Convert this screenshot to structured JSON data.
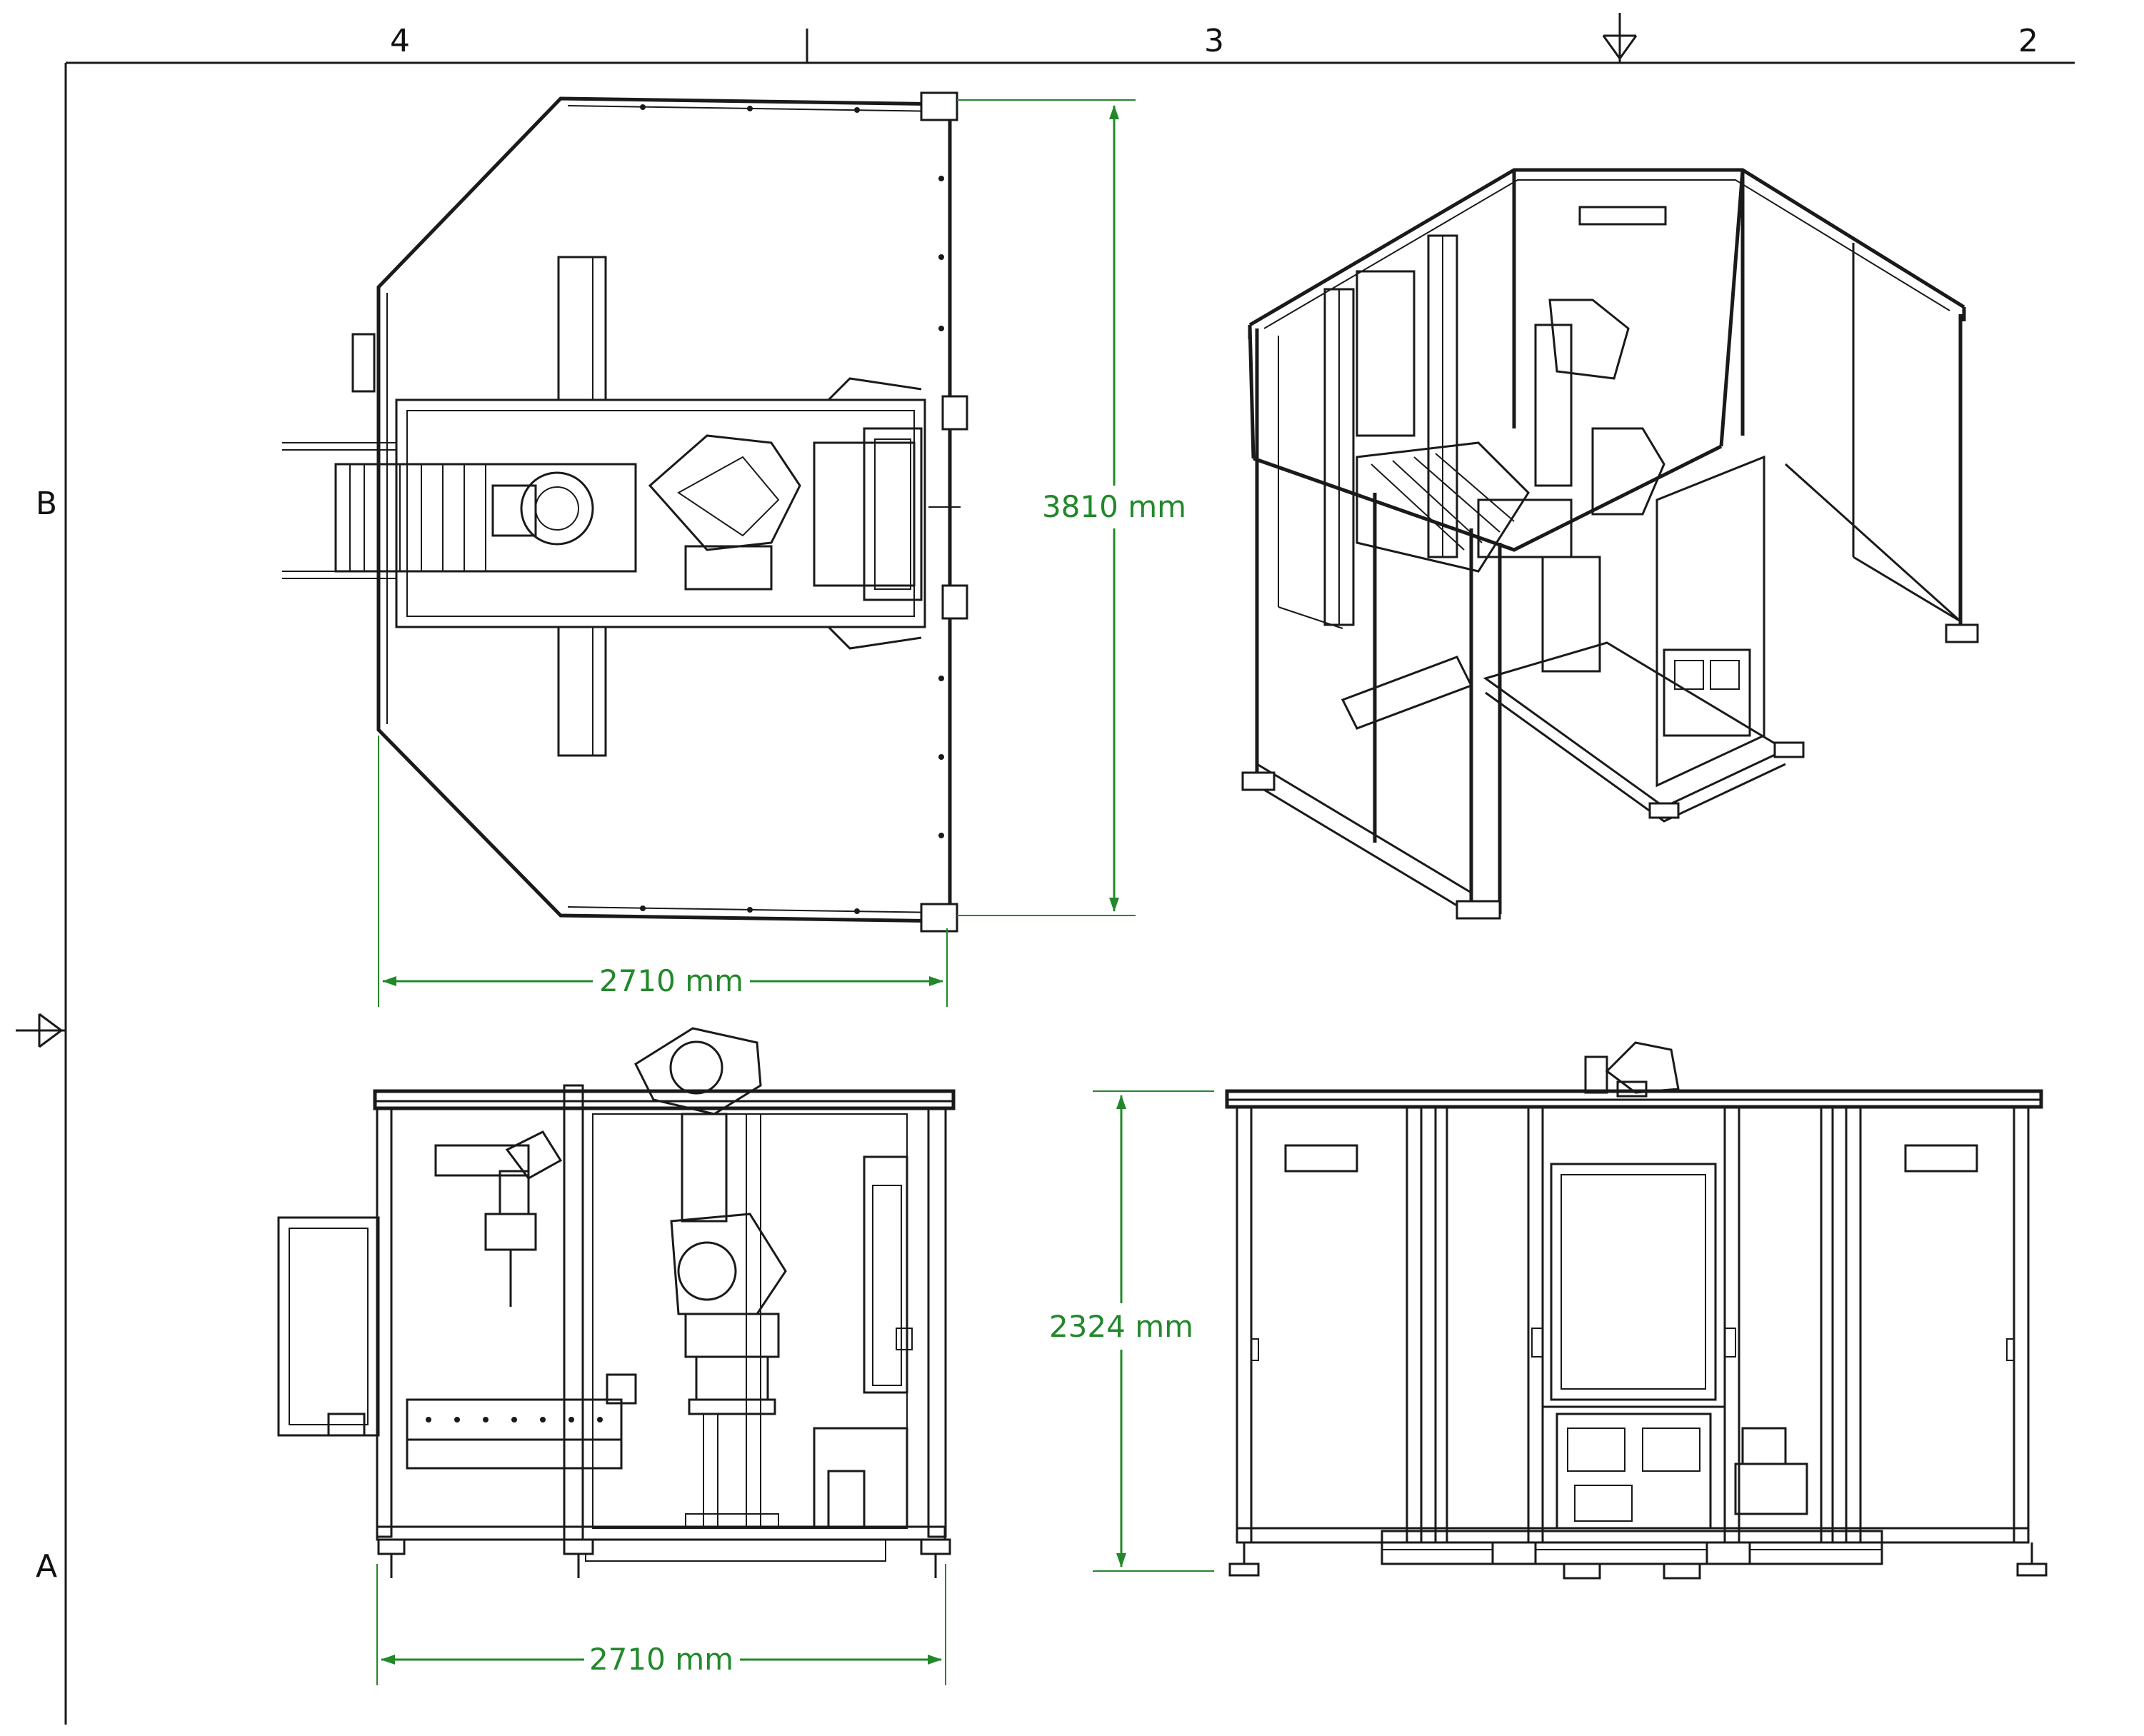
{
  "drawing": {
    "column_labels": [
      "4",
      "3",
      "2"
    ],
    "row_labels": [
      "B",
      "A"
    ],
    "colors": {
      "line": "#1a1a1a",
      "dimension": "#22882a",
      "background": "#ffffff"
    }
  },
  "dimensions": {
    "top_view_depth": "3810 mm",
    "top_view_width": "2710 mm",
    "side_view_width": "2710 mm",
    "front_view_height": "2324 mm"
  }
}
